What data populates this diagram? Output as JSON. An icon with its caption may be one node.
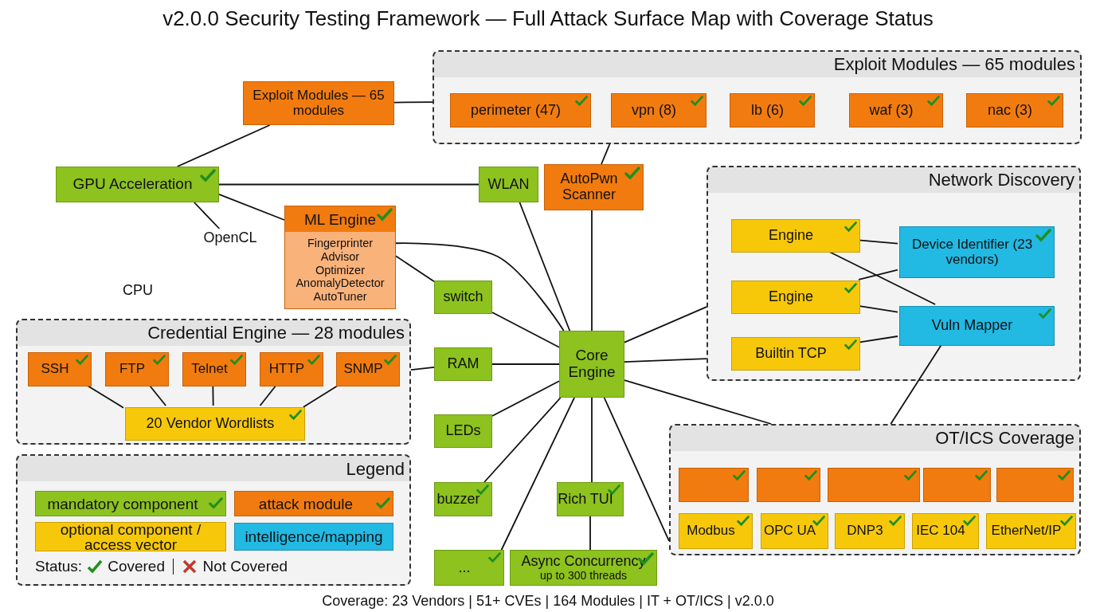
{
  "diagram": {
    "title": "v2.0.0 Security Testing Framework — Full Attack Surface Map with Coverage Status",
    "caption": "Coverage: 23 Vendors | 51+ CVEs | 164 Modules | IT + OT/ICS | v2.0.0",
    "nodes": [
      {
        "text": [
          "Exploit Modules — 65 modules"
        ]
      },
      {
        "text": [
          "Exploit Modules — 65 modules"
        ]
      },
      {
        "text": [
          "perimeter (47)"
        ],
        "in": 1
      },
      {
        "text": [
          "vpn (8)"
        ],
        "in": 1
      },
      {
        "text": [
          "lb (6)"
        ],
        "in": 1
      },
      {
        "text": [
          "waf (3)"
        ],
        "in": 1
      },
      {
        "text": [
          "nac (3)"
        ],
        "in": 1
      },
      {
        "text": [
          "GPU Acceleration"
        ]
      },
      {
        "text": [
          "OpenCL"
        ]
      },
      {
        "text": [
          "WLAN"
        ]
      },
      {
        "text": [
          "AutoPwn Scanner"
        ]
      },
      {
        "text": [
          "ML Engine",
          "Fingerprinter Advisor Optimizer AnomalyDetector AutoTuner"
        ]
      },
      {
        "text": [
          "switch"
        ]
      },
      {
        "text": [
          "Credential Engine — 28 modules"
        ]
      },
      {
        "text": [
          "SSH"
        ],
        "in": 13
      },
      {
        "text": [
          "FTP"
        ],
        "in": 13
      },
      {
        "text": [
          "Telnet"
        ],
        "in": 13
      },
      {
        "text": [
          "HTTP"
        ],
        "in": 13
      },
      {
        "text": [
          "SNMP"
        ],
        "in": 13
      },
      {
        "text": [
          "20 Vendor Wordlists"
        ],
        "in": 13
      },
      {
        "text": [
          "RAM"
        ]
      },
      {
        "text": [
          "Core Engine"
        ]
      },
      {
        "text": [
          "LEDs"
        ]
      },
      {
        "text": [
          "buzzer"
        ]
      },
      {
        "text": [
          "..."
        ]
      },
      {
        "text": [
          "Rich TUI"
        ]
      },
      {
        "text": [
          "Async Concurrency",
          "up to 300 threads"
        ]
      },
      {
        "text": [
          "Network Discovery"
        ]
      },
      {
        "text": [
          "Engine"
        ],
        "in": 27
      },
      {
        "text": [
          "Engine"
        ],
        "in": 27
      },
      {
        "text": [
          "Builtin TCP"
        ],
        "in": 27
      },
      {
        "text": [
          "Device Identifier (23 vendors)"
        ],
        "in": 27
      },
      {
        "text": [
          "Vuln Mapper"
        ],
        "in": 27
      },
      {
        "text": [
          "OT/ICS Coverage"
        ]
      },
      {
        "text": [],
        "shape": "box",
        "in": 33
      },
      {
        "text": [],
        "shape": "box",
        "in": 33
      },
      {
        "text": [],
        "shape": "box",
        "in": 33
      },
      {
        "text": [],
        "shape": "box",
        "in": 33
      },
      {
        "text": [],
        "shape": "box",
        "in": 33
      },
      {
        "text": [
          "Modbus"
        ],
        "in": 33
      },
      {
        "text": [
          "OPC UA"
        ],
        "in": 33
      },
      {
        "text": [
          "DNP3"
        ],
        "in": 33
      },
      {
        "text": [
          "IEC 104"
        ],
        "in": 33
      },
      {
        "text": [
          "EtherNet/IP"
        ],
        "in": 33
      }
    ],
    "edges": [
      {
        "from": 0,
        "to": 1,
        "arrow": "none"
      },
      {
        "from": 0,
        "to": 7,
        "arrow": "none"
      },
      {
        "from": 7,
        "to": 9,
        "arrow": "none"
      },
      {
        "from": 7,
        "to": 11,
        "arrow": "none"
      },
      {
        "from": 7,
        "to": 8,
        "arrow": "none"
      },
      {
        "from": 11,
        "to": 21,
        "arrow": "none"
      },
      {
        "from": 11,
        "to": 12,
        "arrow": "none"
      },
      {
        "from": 9,
        "to": 21,
        "arrow": "none"
      },
      {
        "from": 10,
        "to": 1,
        "arrow": "none"
      },
      {
        "from": 10,
        "to": 21,
        "arrow": "none"
      },
      {
        "from": 12,
        "to": 21,
        "arrow": "none"
      },
      {
        "from": 13,
        "to": 20,
        "arrow": "none"
      },
      {
        "from": 20,
        "to": 21,
        "arrow": "none"
      },
      {
        "from": 14,
        "to": 19,
        "arrow": "none"
      },
      {
        "from": 15,
        "to": 19,
        "arrow": "none"
      },
      {
        "from": 16,
        "to": 19,
        "arrow": "none"
      },
      {
        "from": 17,
        "to": 19,
        "arrow": "none"
      },
      {
        "from": 18,
        "to": 19,
        "arrow": "none"
      },
      {
        "from": 21,
        "to": 22,
        "arrow": "none"
      },
      {
        "from": 21,
        "to": 23,
        "arrow": "none"
      },
      {
        "from": 21,
        "to": 24,
        "arrow": "none"
      },
      {
        "from": 21,
        "to": 25,
        "arrow": "none"
      },
      {
        "from": 25,
        "to": 26,
        "arrow": "none"
      },
      {
        "from": 21,
        "to": 27,
        "arrow": "none"
      },
      {
        "from": 21,
        "to": 27,
        "arrow": "none"
      },
      {
        "from": 21,
        "to": 33,
        "arrow": "none"
      },
      {
        "from": 21,
        "to": 33,
        "arrow": "none"
      },
      {
        "from": 28,
        "to": 31,
        "arrow": "none"
      },
      {
        "from": 28,
        "to": 32,
        "arrow": "none"
      },
      {
        "from": 29,
        "to": 31,
        "arrow": "none"
      },
      {
        "from": 29,
        "to": 32,
        "arrow": "none"
      },
      {
        "from": 30,
        "to": 32,
        "arrow": "none"
      },
      {
        "from": 32,
        "to": 33,
        "arrow": "none"
      }
    ],
    "labels": [
      "CPU",
      "Legend",
      "Status:"
    ],
    "legend": [
      {
        "text": "mandatory component",
        "color": "#8dc21f"
      },
      {
        "text": "attack module",
        "color": "#f27b0f"
      },
      {
        "text": "optional component / access vector",
        "color": "#f7c80a"
      },
      {
        "text": "intelligence/mapping",
        "color": "#22b9e3"
      },
      {
        "text": "Covered"
      },
      {
        "text": "Not Covered"
      }
    ]
  }
}
